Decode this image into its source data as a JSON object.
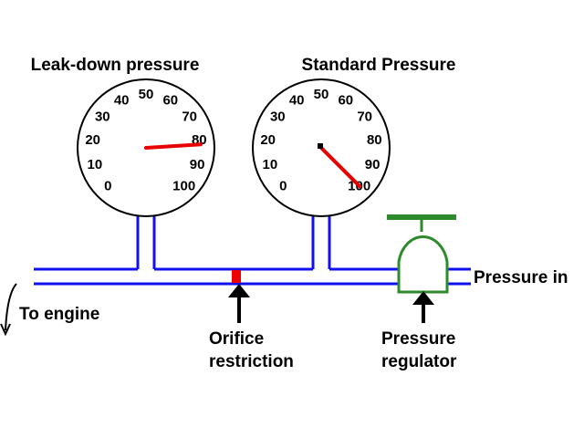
{
  "labels": {
    "leak_down_gauge": "Leak-down pressure",
    "standard_gauge": "Standard Pressure",
    "pressure_in": "Pressure in",
    "to_engine": "To engine",
    "orifice_line1": "Orifice",
    "orifice_line2": "restriction",
    "regulator_line1": "Pressure",
    "regulator_line2": "regulator"
  },
  "gauges": {
    "leak_down": {
      "ticks": [
        "0",
        "10",
        "20",
        "30",
        "40",
        "50",
        "60",
        "70",
        "80",
        "90",
        "100"
      ],
      "reading": 82
    },
    "standard": {
      "ticks": [
        "0",
        "10",
        "20",
        "30",
        "40",
        "50",
        "60",
        "70",
        "80",
        "90",
        "100"
      ],
      "reading": 100
    }
  },
  "colors": {
    "pipe": "#1010ee",
    "needle": "#e60000",
    "orifice": "#ee0000",
    "regulator_body": "#2d8a2d",
    "outline": "#000000"
  }
}
